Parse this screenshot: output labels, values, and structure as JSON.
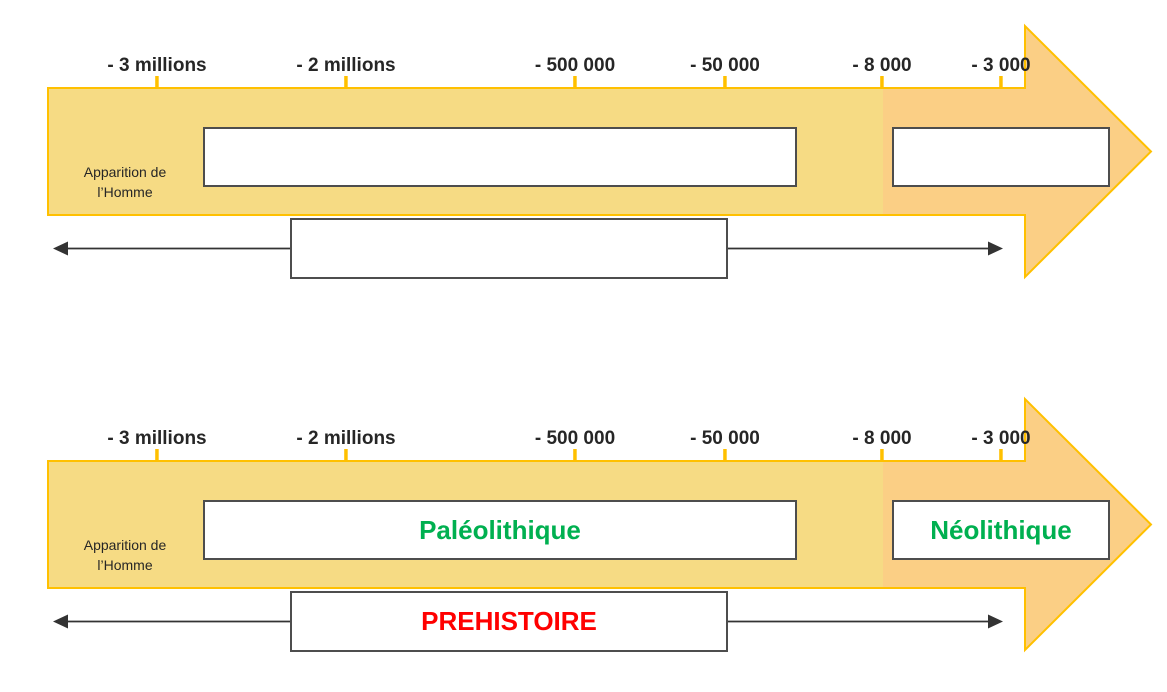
{
  "colors": {
    "page_bg": "#FFFFFF",
    "band_yellow": "#F6DB84",
    "band_orange": "#FBCF85",
    "arrow_outline": "#FFC000",
    "tick": "#FFC000",
    "box_border": "#4D4D4D",
    "label_text": "#262626",
    "green": "#00B050",
    "red": "#FF0000",
    "axis_arrow": "#333333"
  },
  "tick_labels": [
    "- 3 millions",
    "- 2 millions",
    "- 500 000",
    "- 50 000",
    "- 8 000",
    "- 3 000"
  ],
  "timelines": [
    {
      "id": "blank",
      "origin_line1": "Apparition de",
      "origin_line2": "l’Homme",
      "paleolithique_label": "",
      "neolithique_label": "",
      "prehistoire_label": ""
    },
    {
      "id": "filled",
      "origin_line1": "Apparition de",
      "origin_line2": "l’Homme",
      "paleolithique_label": "Paléolithique",
      "neolithique_label": "Néolithique",
      "prehistoire_label": "PREHISTOIRE"
    }
  ]
}
